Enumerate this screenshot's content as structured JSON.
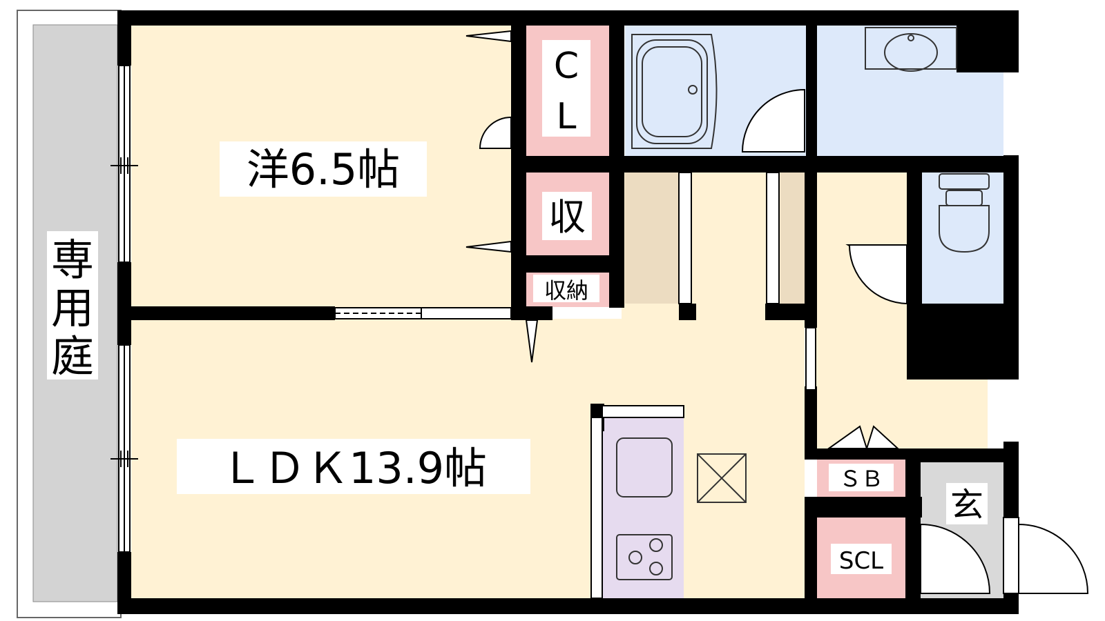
{
  "floor_plan": {
    "rooms": {
      "bedroom": "洋6.5帖",
      "ldk": "ＬＤＫ13.9帖",
      "garden": [
        "専",
        "用",
        "庭"
      ],
      "closet": [
        "C",
        "L"
      ],
      "storage_small": "収",
      "storage": "収納",
      "shoe_box": "ＳＢ",
      "shoe_closet": "SCL",
      "entrance": "玄"
    },
    "colors": {
      "wall": "#000000",
      "room_floor": "#fff2d4",
      "wet_area": "#dde9fa",
      "storage": "#f7c6c6",
      "kitchen": "#e6dbef",
      "garden": "#d3d3d3",
      "entrance": "#d9d9d9",
      "wood": "#ecdcc1"
    },
    "fixtures": [
      "bathtub-icon",
      "washbasin-icon",
      "toilet-icon",
      "kitchen-sink-icon",
      "gas-stove-icon",
      "fridge-space-icon",
      "door-swing-icon"
    ]
  }
}
